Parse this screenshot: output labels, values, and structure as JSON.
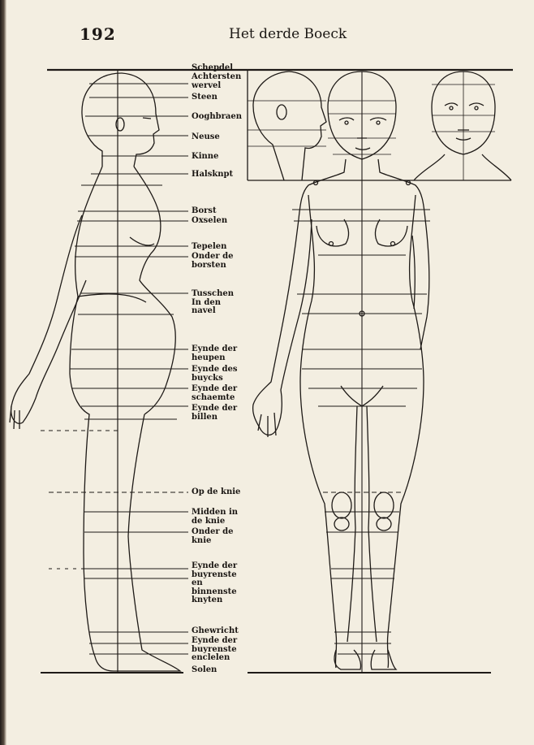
{
  "page": {
    "page_number": "192",
    "running_head": "Het derde Boeck"
  },
  "labels": [
    "Schepdel",
    "Achtersten wervel",
    "Steen",
    "Ooghbraen",
    "Neuse",
    "Kinne",
    "Halsknpt",
    "Borst",
    "Oxselen",
    "Tepelen",
    "Onder de borsten",
    "Tusschen In den navel",
    "Eynde der heupen",
    "Eynde des buycks",
    "Eynde der schaemte",
    "Eynde der billen",
    "Op de knie",
    "Midden in de knie",
    "Onder de knie",
    "Eynde der buyrenste en binnenste knyten",
    "Ghewricht",
    "Eynde der buyrenste enclelen",
    "Solen"
  ],
  "colors": {
    "paper": "#f3eee1",
    "ink": "#1e1a17"
  }
}
